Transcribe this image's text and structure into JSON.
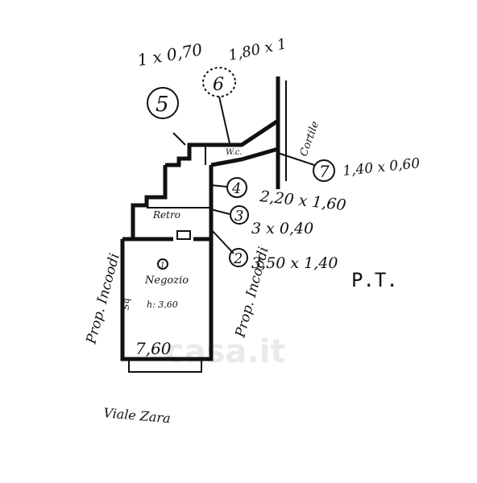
{
  "watermark": "casa.it",
  "floor_label": "P.T.",
  "street_label": "Viale Zara",
  "neighbor_left": "Prop. Incoodi",
  "neighbor_right": "Prop. Incoodi",
  "courtyard_label": "Cortile",
  "rooms": {
    "negozio": {
      "name": "Negozio",
      "number": "1",
      "height": "h: 3,60",
      "area": "Sq"
    },
    "retro": {
      "name": "Retro"
    },
    "wc": {
      "name": "W.c."
    }
  },
  "room_front_width": "7,60",
  "windows": [
    {
      "number": "5",
      "dims": "1 x 0,70"
    },
    {
      "number": "6",
      "dims": "1,80 x 1"
    },
    {
      "number": "7",
      "dims": "1,40 x 0,60"
    },
    {
      "number": "4",
      "dims": "2,20 x 1,60"
    },
    {
      "number": "3",
      "dims": "3 x 0,40"
    },
    {
      "number": "2",
      "dims": "3,50 x 1,40"
    }
  ]
}
